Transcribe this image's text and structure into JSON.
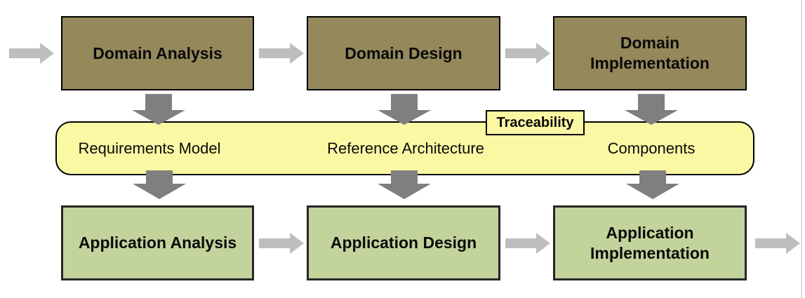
{
  "diagram": {
    "colors": {
      "domain_box_fill": "#95885B",
      "domain_box_border": "#000000",
      "application_box_fill": "#C3D39C",
      "application_box_border": "#262626",
      "band_fill": "#FBF8A4",
      "band_border": "#000000",
      "h_arrow": "#BEBEBE",
      "v_arrow": "#7F7F7F",
      "page_edge": "#DCDCDC",
      "text": "#0A0A0A"
    },
    "icons": {
      "flow_right_arrow": "block-arrow-right",
      "flow_down_arrow": "block-arrow-down"
    },
    "top_row": {
      "boxes": [
        {
          "label": "Domain Analysis"
        },
        {
          "label": "Domain Design"
        },
        {
          "label": "Domain\nImplementation"
        }
      ]
    },
    "band": {
      "tag": "Traceability",
      "items": [
        "Requirements Model",
        "Reference Architecture",
        "Components"
      ]
    },
    "bottom_row": {
      "boxes": [
        {
          "label": "Application Analysis"
        },
        {
          "label": "Application Design"
        },
        {
          "label": "Application\nImplementation"
        }
      ]
    }
  }
}
